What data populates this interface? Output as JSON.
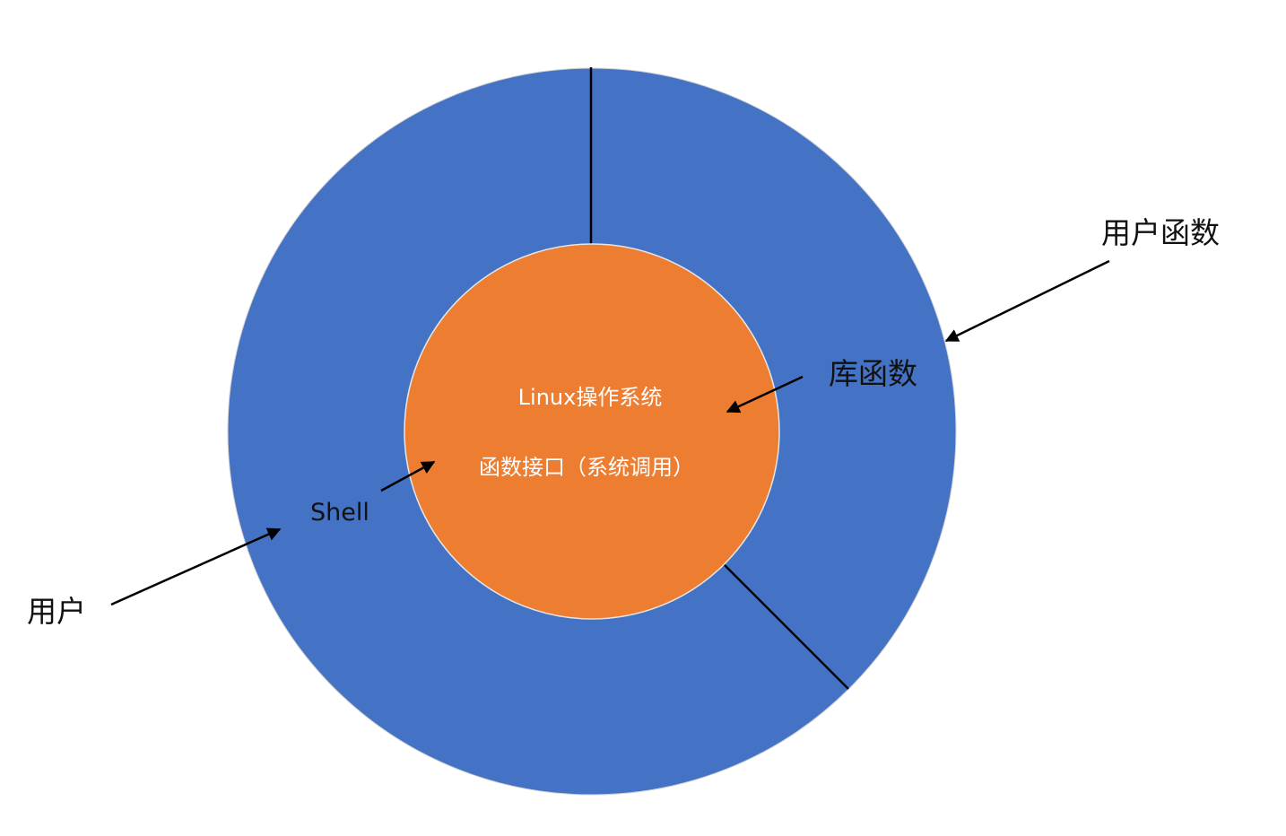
{
  "colors": {
    "outer_ring": "#4472C4",
    "inner_circle": "#ED7D31",
    "background": "#FFFFFF",
    "lines": "#000000",
    "inner_text": "#FFFFFF",
    "outer_text": "#111111"
  },
  "labels": {
    "kernel": "Linux操作系统",
    "syscall": "函数接口（系统调用）",
    "shell": "Shell",
    "library": "库函数",
    "user_function": "用户函数",
    "user": "用户"
  }
}
